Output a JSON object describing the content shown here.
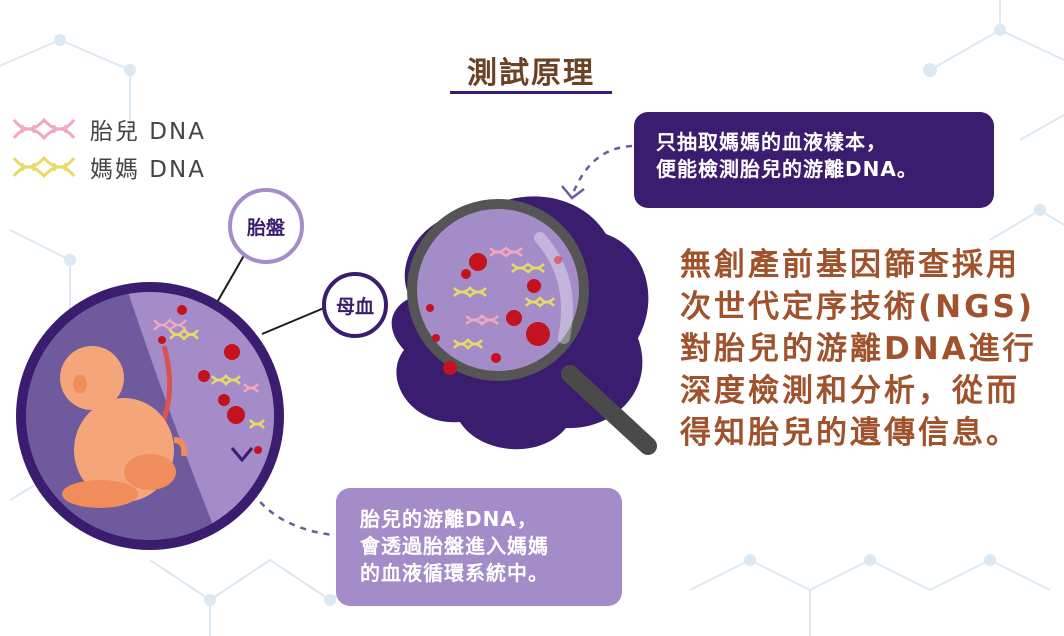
{
  "title": "測試原理",
  "legend": [
    {
      "label": "胎兒 DNA",
      "color": "#f1a7bd"
    },
    {
      "label": "媽媽 DNA",
      "color": "#e9d86a"
    }
  ],
  "labels": {
    "placenta": "胎盤",
    "maternal_blood": "母血"
  },
  "note_top": {
    "lines": [
      "只抽取媽媽的血液樣本，",
      "便能檢測胎兒的游離DNA。"
    ]
  },
  "note_bottom": {
    "lines": [
      "胎兒的游離DNA，",
      "會透過胎盤進入媽媽",
      "的血液循環系統中。"
    ]
  },
  "description": {
    "lines": [
      "無創產前基因篩查採用",
      "次世代定序技術(NGS)",
      "對胎兒的游離DNA進行",
      "深度檢測和分析，從而",
      "得知胎兒的遺傳信息。"
    ]
  },
  "colors": {
    "deep_purple": "#3a1d6e",
    "mid_purple": "#6f5a9e",
    "light_purple": "#a38cc8",
    "accent_brown": "#a0522d",
    "blood_red": "#c4121f",
    "fetus_skin": "#f4a57a"
  }
}
